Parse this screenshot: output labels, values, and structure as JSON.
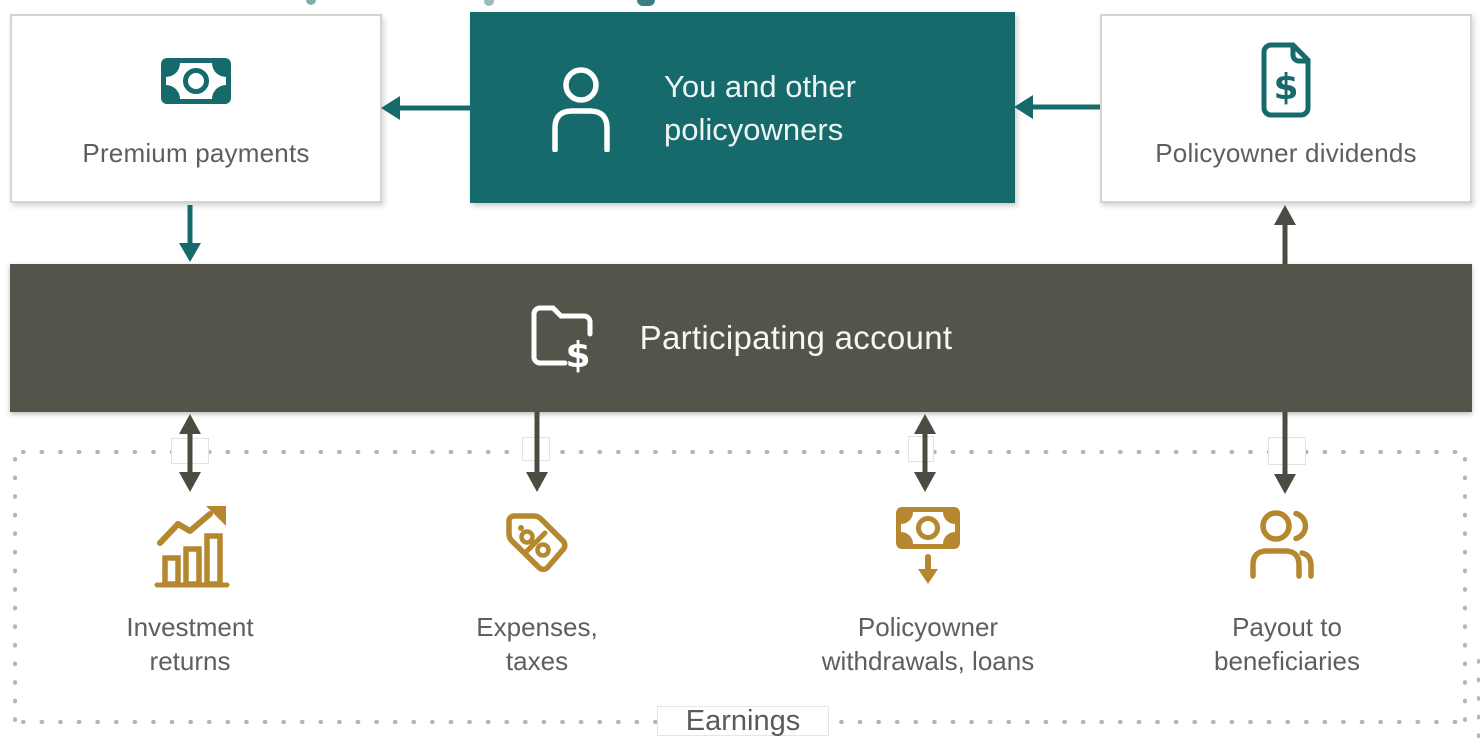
{
  "palette": {
    "teal": "#176a6b",
    "bar_gray": "#55544a",
    "arrow_dark": "#4c4b42",
    "gold": "#b5872f",
    "label_gray": "#5e5e5e",
    "box_border": "#d6d4cf",
    "dot_gray": "#b6b4ad",
    "white": "#ffffff"
  },
  "boxes": {
    "premium": {
      "label": "Premium payments",
      "icon": "banknote-icon"
    },
    "policyowners": {
      "line1": "You and other",
      "line2": "policyowners",
      "icon": "person-icon"
    },
    "dividends": {
      "label": "Policyowner dividends",
      "icon": "document-dollar-icon"
    }
  },
  "bar": {
    "label": "Participating account",
    "icon": "folder-dollar-icon"
  },
  "earnings_section": {
    "label": "Earnings",
    "items": [
      {
        "line1": "Investment",
        "line2": "returns",
        "icon": "chart-growth-icon",
        "flow": "two-way"
      },
      {
        "line1": "Expenses,",
        "line2": "taxes",
        "icon": "tag-percent-icon",
        "flow": "outflow"
      },
      {
        "line1": "Policyowner",
        "line2": "withdrawals, loans",
        "icon": "cash-withdrawal-icon",
        "flow": "two-way"
      },
      {
        "line1": "Payout to",
        "line2": "beneficiaries",
        "icon": "people-icon",
        "flow": "outflow"
      }
    ]
  }
}
